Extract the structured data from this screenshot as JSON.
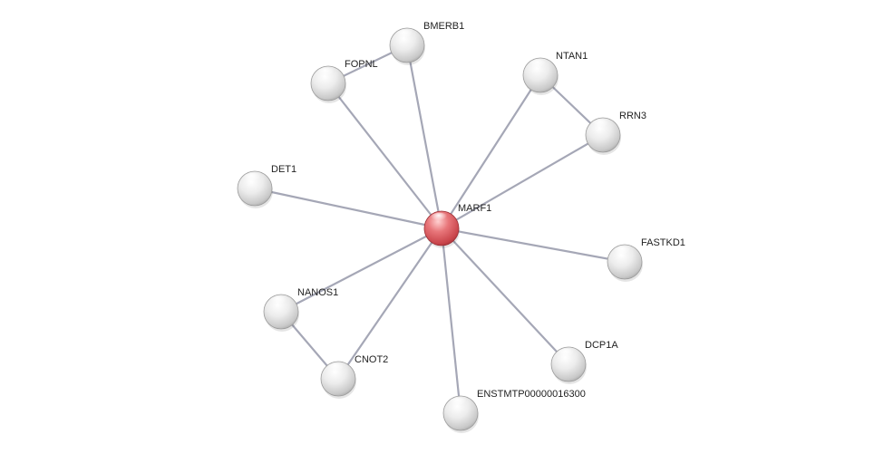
{
  "network": {
    "center_node": "MARF1",
    "nodes": [
      {
        "id": "MARF1",
        "label": "MARF1",
        "role": "query",
        "color": "#d9545a"
      },
      {
        "id": "BMERB1",
        "label": "BMERB1",
        "role": "partner",
        "color": "#dddddd"
      },
      {
        "id": "FOPNL",
        "label": "FOPNL",
        "role": "partner",
        "color": "#dddddd"
      },
      {
        "id": "NTAN1",
        "label": "NTAN1",
        "role": "partner",
        "color": "#dddddd"
      },
      {
        "id": "RRN3",
        "label": "RRN3",
        "role": "partner",
        "color": "#dddddd"
      },
      {
        "id": "DET1",
        "label": "DET1",
        "role": "partner",
        "color": "#dddddd"
      },
      {
        "id": "FASTKD1",
        "label": "FASTKD1",
        "role": "partner",
        "color": "#dddddd"
      },
      {
        "id": "NANOS1",
        "label": "NANOS1",
        "role": "partner",
        "color": "#dddddd"
      },
      {
        "id": "CNOT2",
        "label": "CNOT2",
        "role": "partner",
        "color": "#dddddd"
      },
      {
        "id": "DCP1A",
        "label": "DCP1A",
        "role": "partner",
        "color": "#dddddd"
      },
      {
        "id": "ENSTMTP00000016300",
        "label": "ENSTMTP00000016300",
        "role": "partner",
        "color": "#dddddd"
      }
    ],
    "edges": [
      {
        "source": "MARF1",
        "target": "BMERB1"
      },
      {
        "source": "MARF1",
        "target": "FOPNL"
      },
      {
        "source": "MARF1",
        "target": "NTAN1"
      },
      {
        "source": "MARF1",
        "target": "RRN3"
      },
      {
        "source": "MARF1",
        "target": "DET1"
      },
      {
        "source": "MARF1",
        "target": "FASTKD1"
      },
      {
        "source": "MARF1",
        "target": "NANOS1"
      },
      {
        "source": "MARF1",
        "target": "CNOT2"
      },
      {
        "source": "MARF1",
        "target": "DCP1A"
      },
      {
        "source": "MARF1",
        "target": "ENSTMTP00000016300"
      },
      {
        "source": "FOPNL",
        "target": "BMERB1"
      },
      {
        "source": "NTAN1",
        "target": "RRN3"
      },
      {
        "source": "NANOS1",
        "target": "CNOT2"
      }
    ],
    "edge_color": "#a5a7b6"
  }
}
